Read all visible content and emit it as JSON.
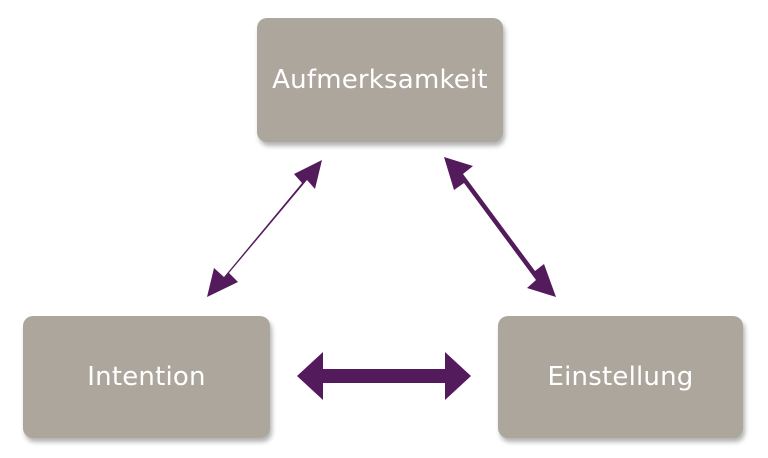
{
  "nodes": {
    "top": {
      "label": "Aufmerksamkeit"
    },
    "left": {
      "label": "Intention"
    },
    "right": {
      "label": "Einstellung"
    }
  },
  "colors": {
    "node_fill": "#ada69c",
    "node_text": "#ffffff",
    "arrow": "#531b5c"
  }
}
